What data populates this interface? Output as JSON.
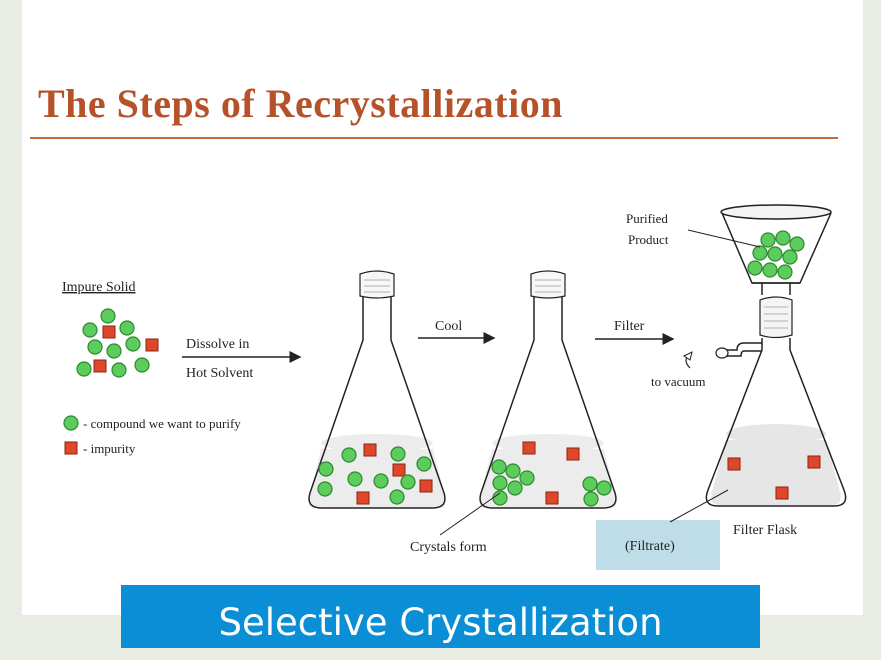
{
  "slide": {
    "title": "The Steps of Recrystallization"
  },
  "diagram": {
    "impure_label": "Impure Solid",
    "dissolve_line1": "Dissolve in",
    "dissolve_line2": "Hot Solvent",
    "cool_label": "Cool",
    "filter_label": "Filter",
    "purified_line1": "Purified",
    "purified_line2": "Product",
    "vacuum_label": "to vacuum",
    "legend_compound": "- compound we want to purify",
    "legend_impurity": "- impurity",
    "crystals_label": "Crystals form",
    "filtrate_label": "(Filtrate)",
    "flask_label": "Filter Flask"
  },
  "colors": {
    "compound": "#5ccc5c",
    "impurity": "#e0462a",
    "title": "#b5522a",
    "caption_bg": "#0a8fd6"
  },
  "caption": {
    "text": "Selective Crystallization"
  }
}
